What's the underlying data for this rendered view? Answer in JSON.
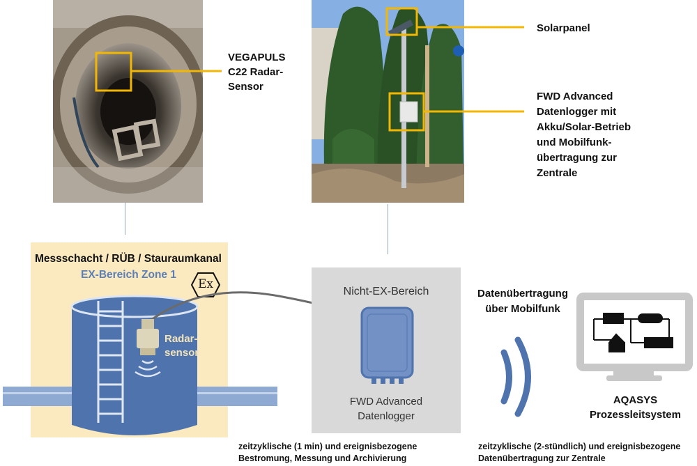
{
  "photos": {
    "sensor_label": [
      "VEGAPULS",
      "C22 Radar-",
      "Sensor"
    ],
    "solar_label": "Solarpanel",
    "logger_label": [
      "FWD Advanced",
      "Datenlogger mit",
      "Akku/Solar-Betrieb",
      "und Mobilfunk-",
      "übertragung zur",
      "Zentrale"
    ]
  },
  "ex_zone": {
    "title": "Messschacht / RÜB / Stauraumkanal",
    "subtitle": "EX-Bereich Zone 1",
    "ex_symbol": "Ex",
    "sensor_label": [
      "Radar-",
      "sensor"
    ]
  },
  "non_ex_zone": {
    "title": "Nicht-EX-Bereich",
    "device_label": [
      "FWD Advanced",
      "Datenlogger"
    ]
  },
  "transmission": {
    "title": [
      "Datenübertragung",
      "über Mobilfunk"
    ]
  },
  "control_system": {
    "label": [
      "AQASYS",
      "Prozessleitsystem"
    ]
  },
  "captions": {
    "left": [
      "zeitzyklische (1 min) und ereignisbezogene",
      "Bestromung, Messung und Archivierung"
    ],
    "right": [
      "zeitzyklische (2-stündlich) und ereignisbezogene",
      "Datenübertragung zur Zentrale"
    ]
  },
  "colors": {
    "accent_yellow": "#f2b705",
    "ex_zone_bg": "#fbe9c0",
    "non_ex_bg": "#d9d9d9",
    "shaft_blue": "#4f74ad",
    "pipe_blue": "#8eaad3",
    "logger_blue": "#7391c4",
    "monitor_gray": "#c8c8c8"
  }
}
